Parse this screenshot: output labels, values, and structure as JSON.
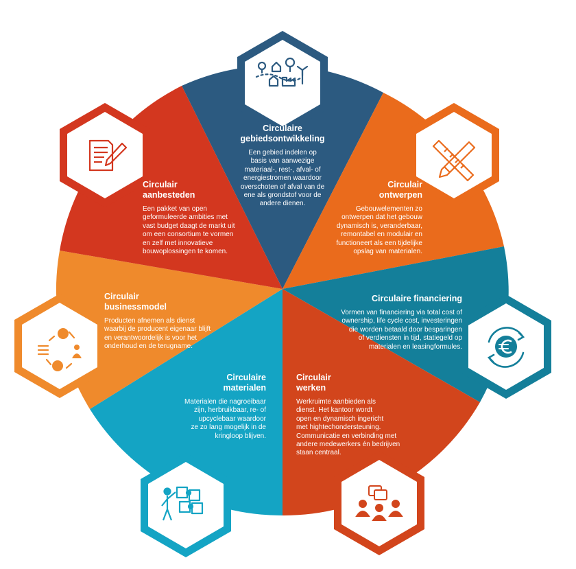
{
  "colors": {
    "dark_blue": "#2c5a80",
    "orange": "#ea6b1c",
    "teal": "#147f9a",
    "rust": "#d2451c",
    "cyan": "#14a4c4",
    "light_orange": "#ef8a2c",
    "red": "#d3371f"
  },
  "segments": [
    {
      "id": "gebiedsontwikkeling",
      "title_lines": [
        "Circulaire",
        "gebiedsontwikkeling"
      ],
      "desc_lines": [
        "Een gebied indelen op",
        "basis van aanwezige",
        "materiaal-, rest-, afval- of",
        "energiestromen waardoor",
        "overschoten of afval van de",
        "ene als grondstof voor de",
        "andere dienen."
      ],
      "icon": "landscape-village-icon"
    },
    {
      "id": "ontwerpen",
      "title_lines": [
        "Circulair",
        "ontwerpen"
      ],
      "desc_lines": [
        "Gebouwelementen zo",
        "ontwerpen dat het gebouw",
        "dynamisch is, veranderbaar,",
        "remontabel en modulair en",
        "functioneert als een tijdelijke",
        "opslag van materialen."
      ],
      "icon": "pencil-ruler-icon"
    },
    {
      "id": "financiering",
      "title_lines": [
        "Circulaire financiering"
      ],
      "desc_lines": [
        "Vormen van financiering via total cost of",
        "ownership, life cycle cost, investeringen",
        "die worden betaald door besparingen",
        "of verdiensten in tijd, statiegeld op",
        "materialen en leasingformules."
      ],
      "icon": "euro-cycle-icon"
    },
    {
      "id": "werken",
      "title_lines": [
        "Circulair",
        "werken"
      ],
      "desc_lines": [
        "Werkruimte aanbieden als",
        "dienst. Het kantoor wordt",
        "open en dynamisch ingericht",
        "met hightechondersteuning.",
        "Communicatie en verbinding met",
        "andere medewerkers én bedrijven",
        "staan centraal."
      ],
      "icon": "people-chat-icon"
    },
    {
      "id": "materialen",
      "title_lines": [
        "Circulaire",
        "materialen"
      ],
      "desc_lines": [
        "Materialen die nagroeibaar",
        "zijn, herbruikbaar, re- of",
        "upcyclebaar waardoor",
        "ze zo lang mogelijk in de",
        "kringloop blijven."
      ],
      "icon": "puzzle-person-icon"
    },
    {
      "id": "businessmodel",
      "title_lines": [
        "Circulair",
        "businessmodel"
      ],
      "desc_lines": [
        "Producten afnemen als dienst",
        "waarbij de producent eigenaar blijft",
        "en verantwoordelijk is voor het",
        "onderhoud en de terugname."
      ],
      "icon": "euro-person-cycle-icon"
    },
    {
      "id": "aanbesteden",
      "title_lines": [
        "Circulair",
        "aanbesteden"
      ],
      "desc_lines": [
        "Een pakket van open",
        "geformuleerde ambities met",
        "vast budget daagt de markt uit",
        "om een consortium te vormen",
        "en zelf met innovatieve",
        "bouwoplossingen te komen."
      ],
      "icon": "document-pen-icon"
    }
  ]
}
